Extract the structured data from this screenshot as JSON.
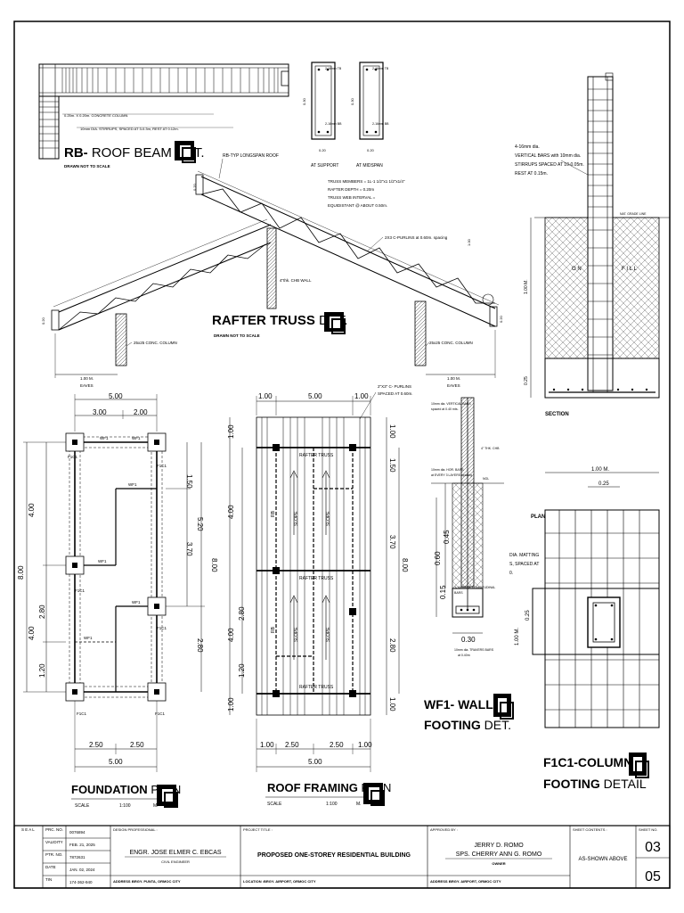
{
  "roof_beam": {
    "title_bold": "RB-",
    "title_rest": " ROOF BEAM DET.",
    "subtitle": "DRAWN NOT TO SCALE",
    "note_column": "0.25m. X 0.20m. CONCRETE COLUMN",
    "note_stirrups": "10mm DIA. STIRRUPS, SPACED AT 3-0.3m, REST AT 0.12m.",
    "at_support": "AT SUPPORT",
    "at_midspan": "AT MIDSPAN",
    "bar_top": "2-16mm TB",
    "bar_bot": "2-16mm BB",
    "dim_020": "0.20",
    "dim_030": "0.30"
  },
  "rafter_truss": {
    "title_bold": "RAFTER TRUSS",
    "title_rest": " DET.",
    "subtitle": "DRAWN NOT TO SCALE",
    "roof_label": "RB-TYP LONGSPAN ROOF",
    "truss_note_1": "TRUSS MEMBERS = 1L-1 1/2\"x1 1/2\"x1/4\"",
    "truss_note_2": "RAFTER DEPTH = 0.20m",
    "truss_note_3": "TRUSS WEB INTERVAL =",
    "truss_note_4": "EQUIDISTANT @ ABOUT 0.50m.",
    "purlin_note": "2X3 C-PURLINS at 0.60m. spacing",
    "wall_note": "4\"thk. CHB WALL",
    "col_left": "25x25 CONC. COLUMN",
    "col_right": "25x25 CONC. COLUMN",
    "eaves_left": "1.00 M.",
    "eaves_left_label": "EAVES",
    "eaves_right": "1.00 M.",
    "eaves_right_label": "EAVES",
    "dim_020": "0.20",
    "dim_100": "1.00"
  },
  "section": {
    "note_1": "4-16mm dia.",
    "note_2": "VERTICAL BARS with 10mm dia.",
    "note_3": "STIRRUPS SPACED AT  10-0.05m.",
    "note_4": "REST AT 0.15m.",
    "ngl": "NAT. GRADE LINE",
    "on": "O N",
    "fill": "F I L L",
    "dim_100": "1.00 M.",
    "dim_025": "0.25",
    "label": "SECTION"
  },
  "foundation_plan": {
    "title_bold": "FOUNDATION",
    "title_rest": " PLAN",
    "scale_label": "SCALE",
    "scale_value": "1:100",
    "scale_unit": "M.",
    "dim_top_total": "5.00",
    "dim_top_a": "3.00",
    "dim_top_b": "2.00",
    "dim_bot_a": "2.50",
    "dim_bot_b": "2.50",
    "dim_bot_total": "5.00",
    "dim_left_total": "8.00",
    "dim_left_a": "4.00",
    "dim_left_b": "4.00",
    "dim_left_c": "2.80",
    "dim_left_d": "1.20",
    "dim_right_a": "1.50",
    "dim_right_b": "3.70",
    "dim_right_c": "5.20",
    "dim_right_d": "2.80",
    "dim_right_total": "8.00",
    "wf": "WF1",
    "fc": "F1C1"
  },
  "roof_framing": {
    "title_bold": "ROOF FRAMING",
    "title_rest": " PLAN",
    "scale_label": "SCALE",
    "scale_value": "1:100",
    "scale_unit": "M.",
    "dim_top_a": "1.00",
    "dim_top_b": "5.00",
    "dim_top_c": "1.00",
    "purlin_note_1": "2\"X3\" C- PURLINS",
    "purlin_note_2": "SPACED AT 0.60m.",
    "rafter_truss": "RAFTER TRUSS",
    "slope": "SLOPE",
    "rb": "RB",
    "dim_bot_a": "1.00",
    "dim_bot_b": "2.50",
    "dim_bot_c": "2.50",
    "dim_bot_d": "1.00",
    "dim_bot_total": "5.00",
    "dim_left_a": "1.00",
    "dim_left_b": "4.00",
    "dim_left_c": "2.80",
    "dim_left_d": "1.20",
    "dim_left_e": "1.00",
    "dim_right_a": "1.00",
    "dim_right_b": "1.50",
    "dim_right_c": "3.70",
    "dim_right_d": "8.00",
    "dim_right_e": "2.80",
    "dim_right_f": "1.00"
  },
  "wall_footing": {
    "title_bold_1": "WF1- WALL",
    "title_bold_2": "FOOTING",
    "title_rest_2": " DET.",
    "note_1": "10mm dia. VERTICAL BARS",
    "note_1b": "spaced at 0.40 mts.",
    "note_2": "4\" THK. CHB",
    "note_3": "10mm dia. HOR. BARS",
    "note_3b": "at EVERY 3 LAYERS spacing",
    "note_ngl": "NGL",
    "note_4": "3-10mm dia. LONGITUDINAL",
    "note_4b": "BARS",
    "note_5": "10mm dia. TRAVERS BARS",
    "note_5b": "at 0.40m",
    "dim_045": "0.45",
    "dim_060": "0.60",
    "dim_015": "0.15",
    "dim_030": "0.30"
  },
  "column_footing": {
    "title_bold_1": "F1C1-COLUMN &",
    "title_bold_2": "FOOTING",
    "title_rest_2": " DETAIL",
    "dim_100": "1.00 M.",
    "dim_025": "0.25",
    "plan": "PLAN",
    "note_1": "DIA. MATTING",
    "note_2": "S, SPACED AT",
    "note_3": "0.",
    "dim_100v": "1.00 M.",
    "dim_025v": "0.25"
  },
  "title_block": {
    "seal": "S E A L",
    "prc_no_label": "PRC. NO.",
    "prc_no": "0076894",
    "validity_label": "VALIDITY",
    "validity": "FEB. 21, 2025",
    "ptr_label": "PTR. NO.",
    "ptr": "7872631",
    "date_label": "DATE",
    "date": "JAN. 02, 2024",
    "tin_label": "TIN",
    "tin": "174-362-940",
    "design_prof_label": "DESIGN PROFESSIONAL :",
    "engineer": "ENGR. JOSE ELMER C. EBCAS",
    "engineer_role": "CIVIL ENGINEER",
    "address_label": "ADDRESS :",
    "address": "BRGY. PUNTA, ORMOC CITY",
    "project_title_label": "PROJECT TITLE :",
    "project_title": "PROPOSED ONE-STOREY RESIDENTIAL BUILDING",
    "location_label": "LOCATION :",
    "location": "BRGY. AIRPORT, ORMOC CITY",
    "approved_label": "APPROVED BY :",
    "owner_1": "JERRY D. ROMO",
    "owner_2": "SPS. CHERRY ANN G. ROMO",
    "owner_role": "OWNER",
    "owner_address_label": "ADDRESS :",
    "owner_address": "BRGY. AIRPORT, ORMOC CITY",
    "sheet_contents_label": "SHEET CONTENTS :",
    "sheet_contents": "AS-SHOWN ABOVE",
    "sheet_no_label": "SHEET NO.",
    "sheet_no": "03",
    "sheet_total": "05"
  }
}
